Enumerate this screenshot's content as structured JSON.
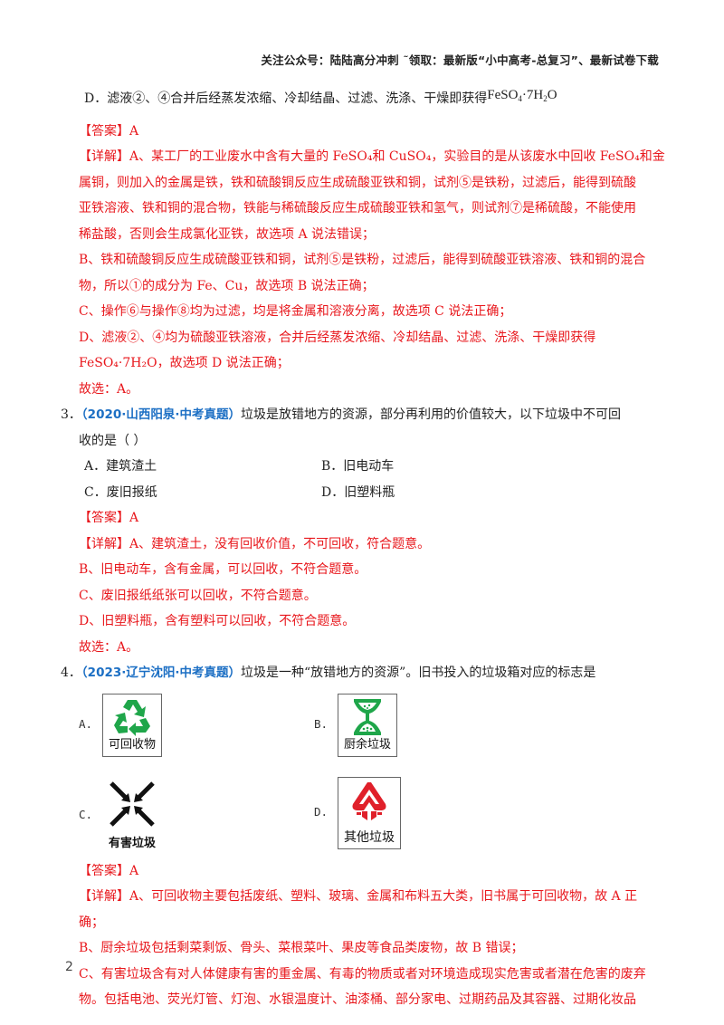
{
  "header": {
    "text": "关注公众号：陆陆高分冲刺  ˜领取：最新版“小中高考-总复习”、最新试卷下载"
  },
  "q2_tail": {
    "option_d_text": "D．滤液②、④合并后经蒸发浓缩、冷却结晶、过滤、洗涤、干燥即获得",
    "option_d_formula": {
      "a": "FeSO",
      "b": "4",
      "c": "·7H",
      "d": "2",
      "e": "O"
    },
    "answer_label": "【答案】",
    "answer_value": "A",
    "detail_label": "【详解】",
    "detail_lines": [
      "A、某工厂的工业废水中含有大量的 FeSO₄和 CuSO₄，实验目的是从该废水中回收 FeSO₄和金",
      "属铜，则加入的金属是铁，铁和硫酸铜反应生成硫酸亚铁和铜，试剂⑤是铁粉，过滤后，能得到硫酸",
      "亚铁溶液、铁和铜的混合物，铁能与稀硫酸反应生成硫酸亚铁和氢气，则试剂⑦是稀硫酸，不能使用",
      "稀盐酸，否则会生成氯化亚铁，故选项 A 说法错误；",
      "B、铁和硫酸铜反应生成硫酸亚铁和铜，试剂⑤是铁粉，过滤后，能得到硫酸亚铁溶液、铁和铜的混合",
      "物，所以①的成分为 Fe、Cu，故选项 B 说法正确；",
      "C、操作⑥与操作⑧均为过滤，均是将金属和溶液分离，故选项 C 说法正确；",
      "D、滤液②、④均为硫酸亚铁溶液，合并后经蒸发浓缩、冷却结晶、过滤、洗涤、干燥即获得",
      "FeSO₄·7H₂O，故选项 D 说法正确；"
    ],
    "conclusion": "故选：A。"
  },
  "q3": {
    "number": "3．",
    "source": "（2020·山西阳泉·中考真题）",
    "stem_line1": "垃圾是放错地方的资源，部分再利用的价值较大，以下垃圾中不可回",
    "stem_line2": "收的是（  ）",
    "options": [
      "A．建筑渣土",
      "B．旧电动车",
      "C．废旧报纸",
      "D．旧塑料瓶"
    ],
    "answer_label": "【答案】",
    "answer_value": "A",
    "detail_label": "【详解】",
    "detail_lines": [
      "A、建筑渣土，没有回收价值，不可回收，符合题意。",
      "B、旧电动车，含有金属，可以回收，不符合题意。",
      "C、废旧报纸纸张可以回收，不符合题意。",
      "D、旧塑料瓶，含有塑料可以回收，不符合题意。"
    ],
    "conclusion": "故选：A。"
  },
  "q4": {
    "number": "4．",
    "source": "（2023·辽宁沈阳·中考真题）",
    "stem": "垃圾是一种“放错地方的资源”。旧书投入的垃圾箱对应的标志是",
    "options": [
      {
        "letter": "A.",
        "sign_text": "可回收物",
        "icon": "recycle-icon",
        "color": "#1fa64a"
      },
      {
        "letter": "B.",
        "sign_text": "厨余垃圾",
        "icon": "kitchen-waste-icon",
        "color": "#1fa64a"
      },
      {
        "letter": "C.",
        "sign_text": "有害垃圾",
        "icon": "hazardous-arrows-icon",
        "color": "#111111"
      },
      {
        "letter": "D.",
        "sign_text": "其他垃圾",
        "icon": "other-waste-icon",
        "color": "#e0202a"
      }
    ],
    "answer_label": "【答案】",
    "answer_value": "A",
    "detail_label": "【详解】",
    "detail_lines": [
      "A、可回收物主要包括废纸、塑料、玻璃、金属和布料五大类，旧书属于可回收物，故 A 正",
      "确；",
      "B、厨余垃圾包括剩菜剩饭、骨头、菜根菜叶、果皮等食品类废物，故 B 错误；",
      "C、有害垃圾含有对人体健康有害的重金属、有毒的物质或者对环境造成现实危害或者潜在危害的废弃",
      "物。包括电池、荧光灯管、灯泡、水银温度计、油漆桶、部分家电、过期药品及其容器、过期化妆品"
    ]
  },
  "footer": {
    "page_number": "2"
  },
  "colors": {
    "answer_red": "#e8171c",
    "source_blue": "#1c6fc4"
  }
}
